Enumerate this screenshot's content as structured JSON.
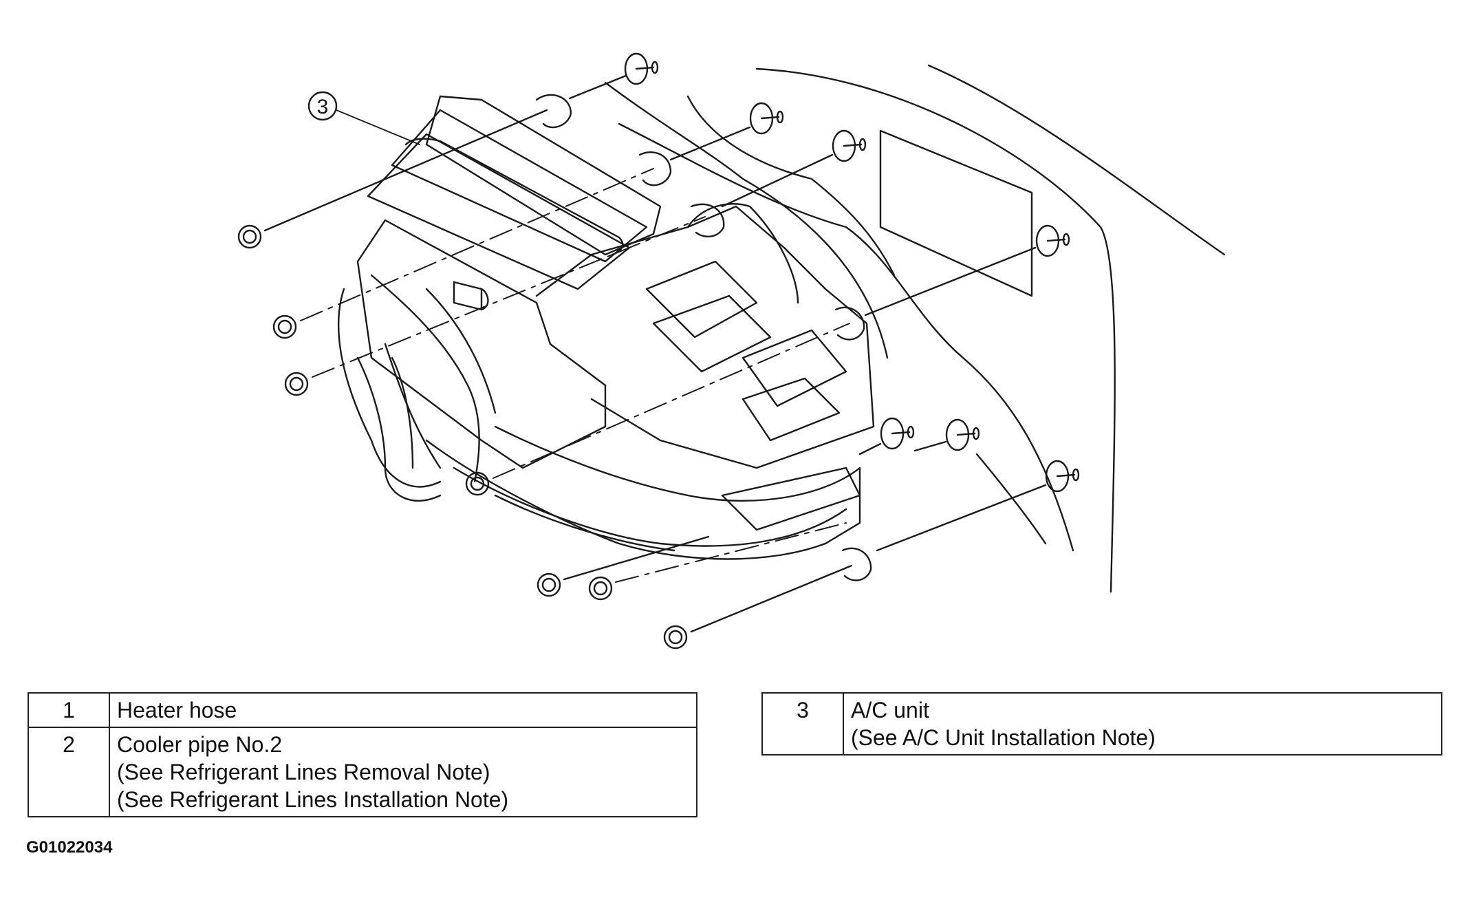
{
  "diagram": {
    "callout_label": "3"
  },
  "legend_left": [
    {
      "num": "1",
      "lines": [
        "Heater hose"
      ]
    },
    {
      "num": "2",
      "lines": [
        "Cooler pipe No.2",
        "(See Refrigerant Lines Removal Note)",
        "(See Refrigerant Lines Installation Note)"
      ]
    }
  ],
  "legend_right": [
    {
      "num": "3",
      "lines": [
        "A/C unit",
        "(See  A/C Unit Installation Note)"
      ]
    }
  ],
  "figure_id": "G01022034"
}
